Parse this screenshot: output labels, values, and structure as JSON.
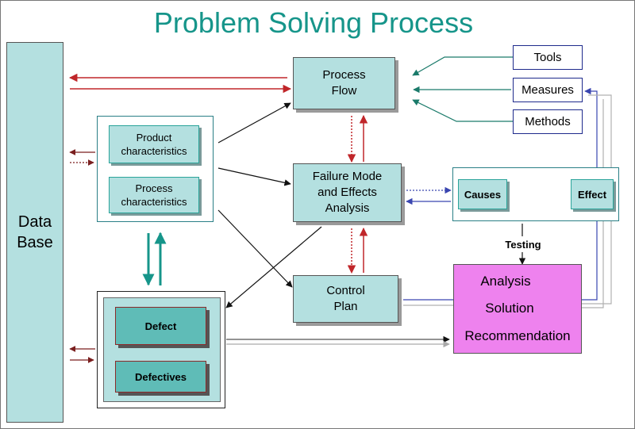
{
  "title": "Problem Solving Process",
  "database": {
    "line1": "Data",
    "line2": "Base"
  },
  "product_characteristics": {
    "line1": "Product",
    "line2": "characteristics"
  },
  "process_characteristics": {
    "line1": "Process",
    "line2": "characteristics"
  },
  "process_flow": {
    "line1": "Process",
    "line2": "Flow"
  },
  "fmea": {
    "line1": "Failure Mode",
    "line2": "and Effects",
    "line3": "Analysis"
  },
  "control_plan": {
    "line1": "Control",
    "line2": "Plan"
  },
  "tools": "Tools",
  "measures": "Measures",
  "methods": "Methods",
  "causes": "Causes",
  "effect": "Effect",
  "testing": "Testing",
  "analysis": {
    "line1": "Analysis",
    "line2": "Solution",
    "line3": "Recommendation"
  },
  "defect": "Defect",
  "defectives": "Defectives",
  "colors": {
    "title": "#16958a",
    "teal_fill": "#b4e0e0",
    "red_arrow": "#c0262a",
    "dark_red_arrow": "#7a1f1f",
    "green_arrow": "#1a7a6a",
    "blue_arrow": "#3a46b0",
    "analysis_fill": "#ee82ee",
    "defect_fill": "#5fbcb7"
  }
}
